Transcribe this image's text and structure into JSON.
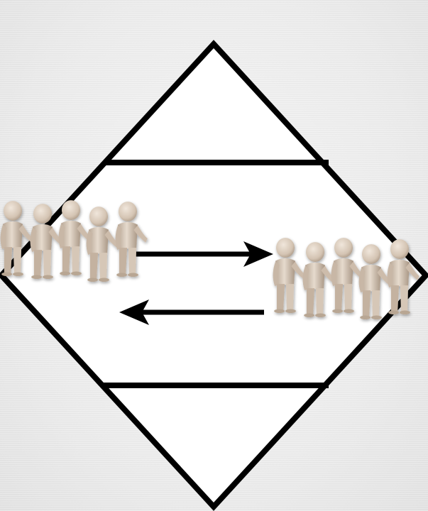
{
  "diagram": {
    "type": "diamond-with-bands",
    "background_color": "#ececec",
    "diamond_fill": "#ffffff",
    "stroke_color": "#000000",
    "figure_color": "#d9cbbd",
    "groups": [
      {
        "id": "left-group",
        "figure_count": 5,
        "icon": "people-group-icon"
      },
      {
        "id": "right-group",
        "figure_count": 5,
        "icon": "people-group-icon"
      }
    ],
    "arrows": [
      {
        "id": "arrow-right",
        "from": "left-group",
        "to": "right-group",
        "icon": "arrow-right-icon"
      },
      {
        "id": "arrow-left",
        "from": "right-group",
        "to": "left-group",
        "icon": "arrow-left-icon"
      }
    ]
  }
}
